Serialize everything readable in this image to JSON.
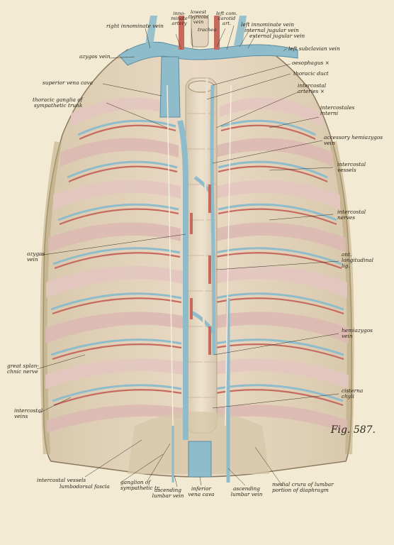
{
  "figure_number": "Fig. 587.",
  "labels": {
    "right_innominate_vein": "right innominate vein",
    "innominate_artery": "inno-\nminate\nartery",
    "lowest_thyreoid_vein": "lowest\nthyreoid\nvein",
    "trachea": "trachea",
    "left_common_carotid": "left com.\ncarotid\nart.",
    "left_innominate_vein": "left innominate vein",
    "internal_jugular_vein": "internal jugular vein",
    "external_jugular_vein": "external jugular vein",
    "left_subclavian_vein": "left subclavian vein",
    "azygos_vein_top": "azygos vein",
    "oesophagus": "oesophagus ×",
    "thoracic_duct": "thoracic duct",
    "intercostal_arteries": "intercostal\narteries ×",
    "superior_vena_cava": "superior vena cava",
    "thoracic_ganglia": "thoracic ganglia of\nsympathetic trunk",
    "intercostales_interni": "intercostales\ninterni",
    "accessory_hemiazygos_vein": "accessory hemiazygos\nvein",
    "intercostal_vessels_right": "intercostal\nvessels",
    "intercostal_nerves": "intercostal\nnerves",
    "azygos_vein_left": "azygos\nvein",
    "ant_longitudinal_lig": "ant.\nlongitudinal\nlig.",
    "hemiazygos_vein": "hemiazygos\nvein",
    "great_splanchnic_nerve": "great splan-\nchnic nerve",
    "cisterna_chyli": "cisterna\nchyli",
    "intercostal_veins": "intercostal\nveins",
    "intercostal_vessels_bottom": "intercostal vessels",
    "lumbodorsal_fascia": "lumbodorsal fascia",
    "ganglion_sympathetic": "ganglion of\nsympathetic tr.",
    "ascending_lumbar_vein_left": "ascending\nlumbar vein",
    "inferior_vena_cava": "inferior\nvena cava",
    "ascending_lumbar_vein_right": "ascending\nlumbar vein",
    "medial_crura": "medial crura of lumbar\nportion of diaphragm"
  },
  "colors": {
    "paper": "#f3ead4",
    "rib_light": "#eadfc8",
    "rib_pink": "#d9b9b3",
    "vein_blue": "#8fbccb",
    "artery_red": "#c66a5e",
    "muscle_tan": "#d6c7a8",
    "spine": "#e2d3bd"
  }
}
